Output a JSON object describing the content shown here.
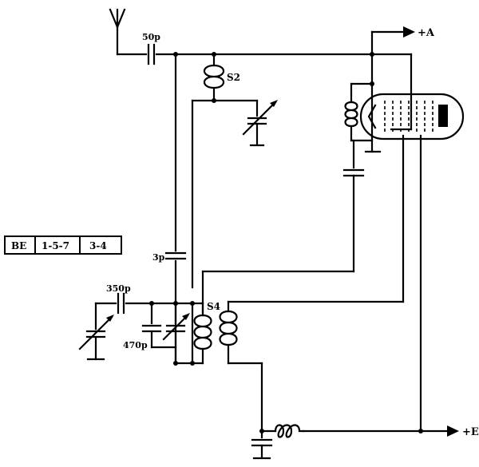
{
  "labels": {
    "cap_antenna": "50p",
    "coil_s2": "S2",
    "supply_anode": "+A",
    "supply_e": "+E",
    "cap_3p": "3p",
    "cap_350p": "350p",
    "cap_470p": "470p",
    "coil_s4": "S4"
  },
  "band_table": [
    "BE",
    "1-5-7",
    "3-4"
  ]
}
